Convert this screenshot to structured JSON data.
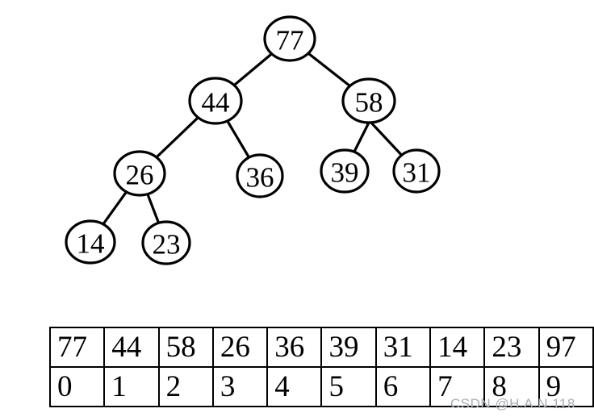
{
  "tree": {
    "description": "max-heap binary tree",
    "nodes": [
      {
        "label": "77"
      },
      {
        "label": "44"
      },
      {
        "label": "58"
      },
      {
        "label": "26"
      },
      {
        "label": "36"
      },
      {
        "label": "39"
      },
      {
        "label": "31"
      },
      {
        "label": "14"
      },
      {
        "label": "23"
      }
    ],
    "edges": [
      [
        "77",
        "44"
      ],
      [
        "77",
        "58"
      ],
      [
        "44",
        "26"
      ],
      [
        "44",
        "36"
      ],
      [
        "26",
        "14"
      ],
      [
        "26",
        "23"
      ],
      [
        "58",
        "39"
      ],
      [
        "58",
        "31"
      ]
    ]
  },
  "array_table": {
    "values": [
      "77",
      "44",
      "58",
      "26",
      "36",
      "39",
      "31",
      "14",
      "23",
      "97"
    ],
    "indices": [
      "0",
      "1",
      "2",
      "3",
      "4",
      "5",
      "6",
      "7",
      "8",
      "9"
    ]
  },
  "watermark": {
    "text": "CSDN @H.A.N.118",
    "color": "#a9adb2"
  },
  "colors": {
    "line": "#000000",
    "node_fill": "#ffffff",
    "background": "#ffffff"
  }
}
